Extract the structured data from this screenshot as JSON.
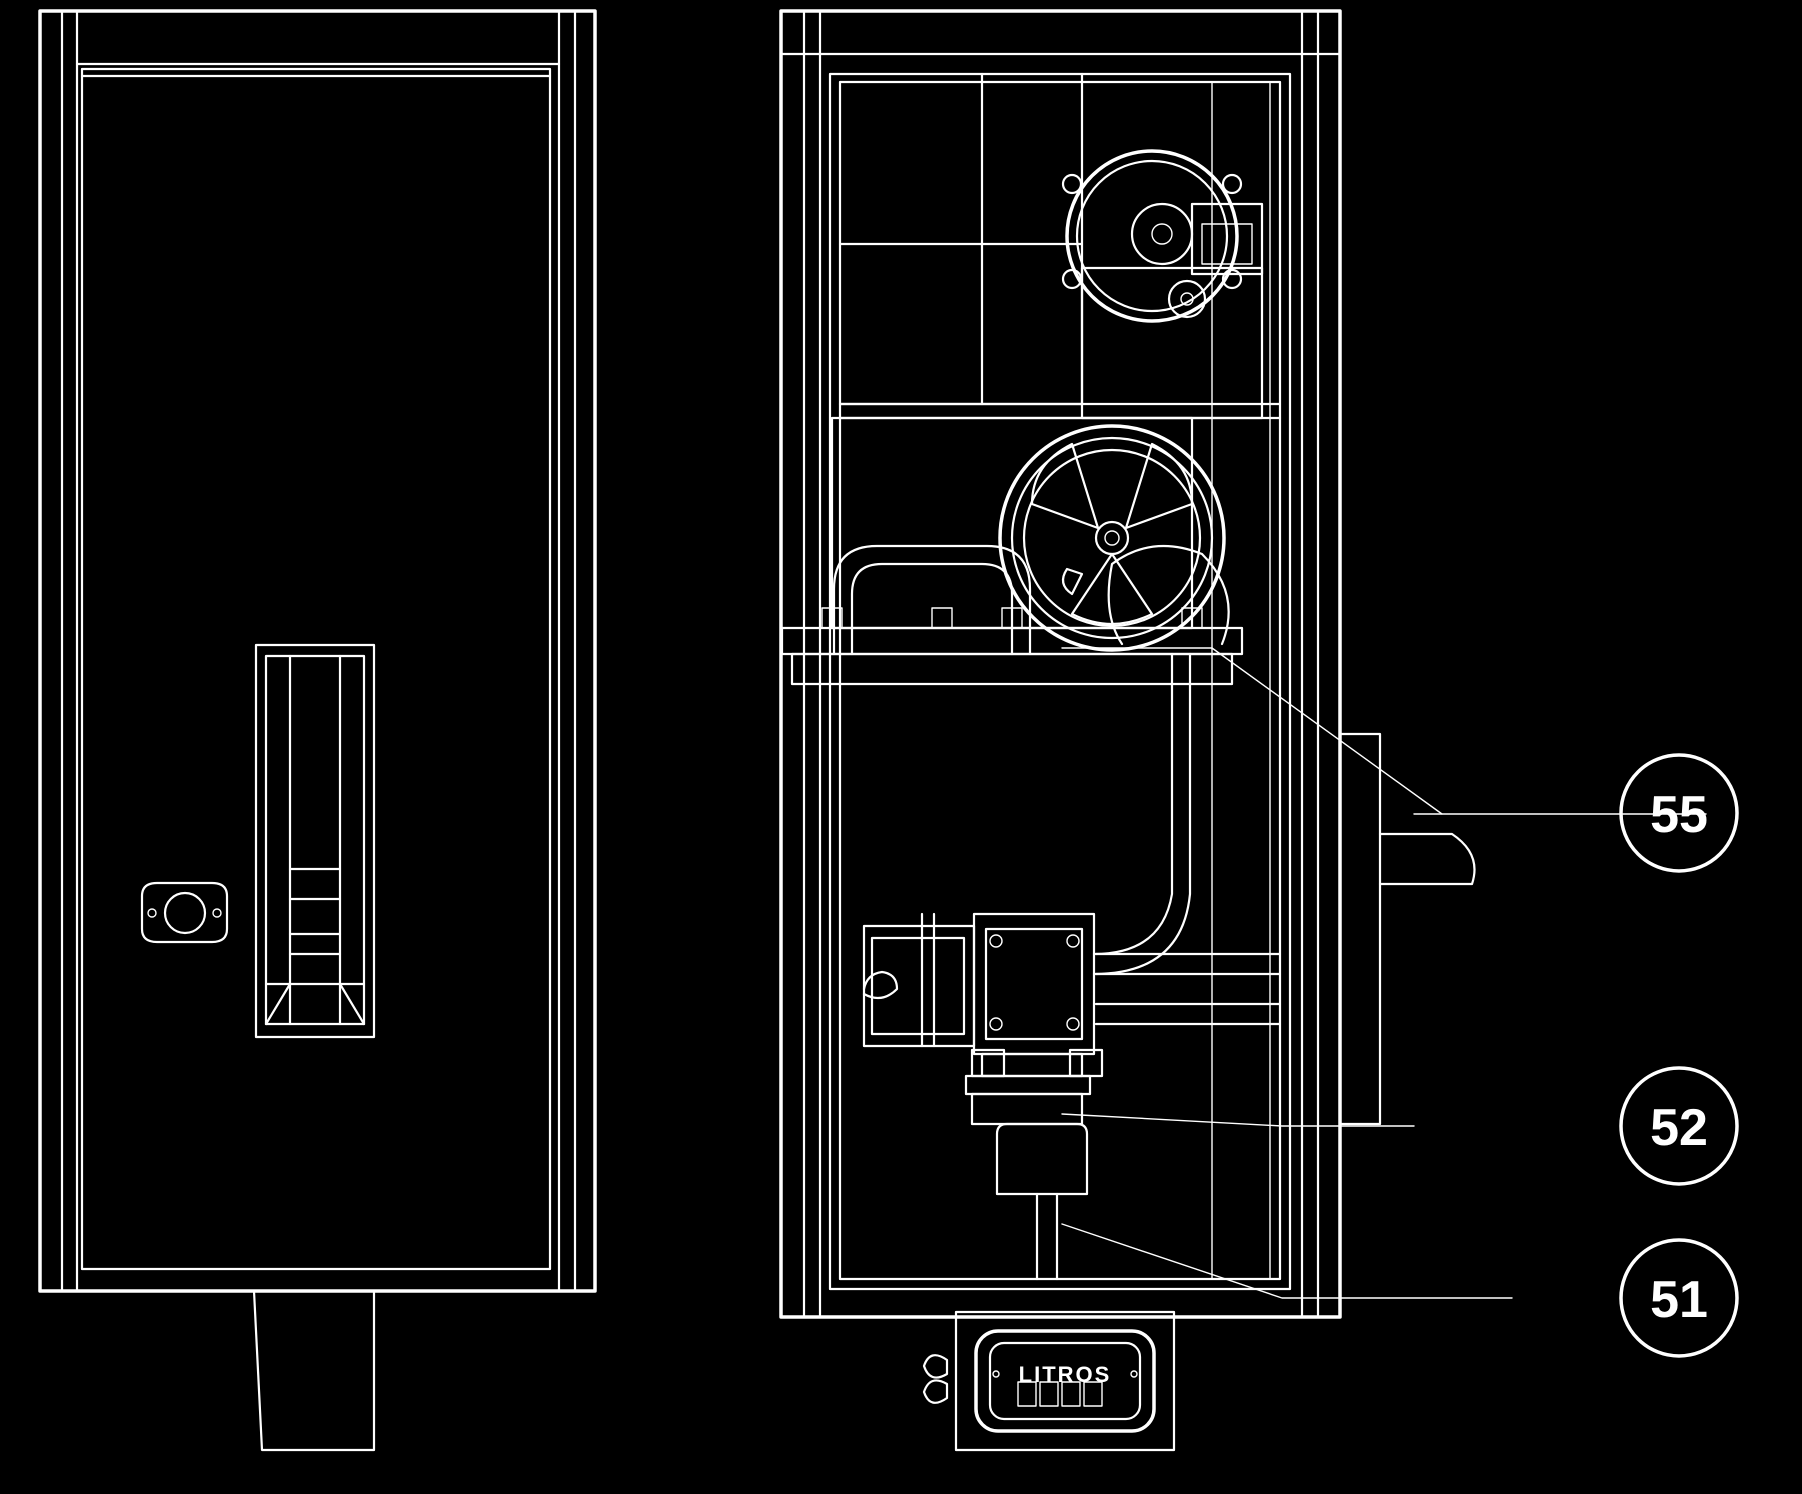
{
  "callouts": [
    {
      "id": "55",
      "label": "55"
    },
    {
      "id": "52",
      "label": "52"
    },
    {
      "id": "51",
      "label": "51"
    }
  ],
  "display": {
    "unit_label": "LITROS"
  },
  "meta": {
    "orientation": "rotated-180",
    "colors": {
      "background": "#000000",
      "linework": "#ffffff"
    }
  }
}
